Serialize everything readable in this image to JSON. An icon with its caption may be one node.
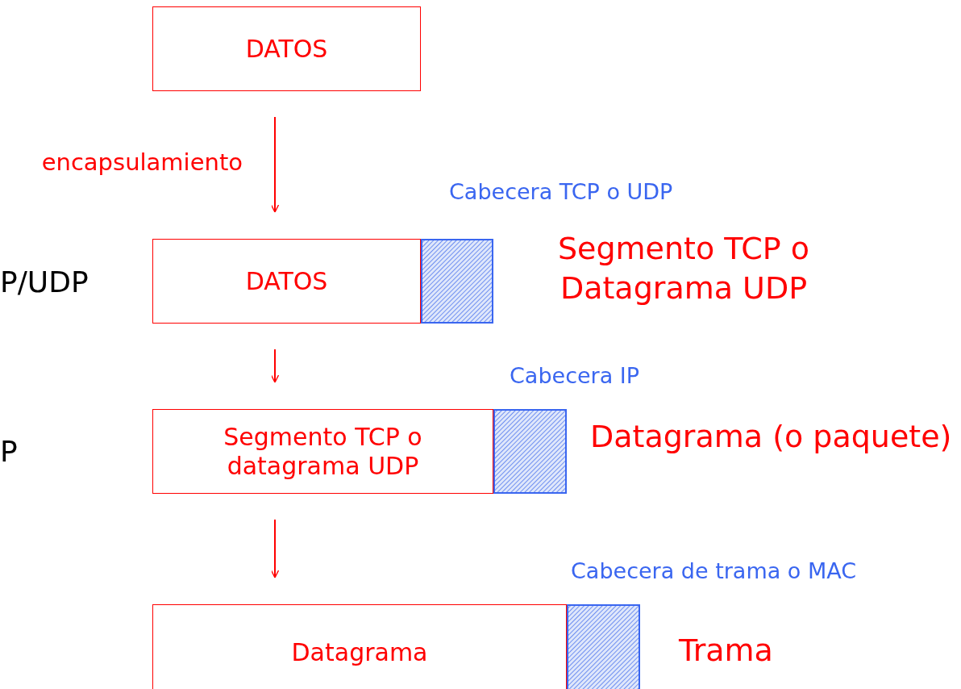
{
  "diagram": {
    "nodes": [
      {
        "text": [
          "DATOS"
        ]
      },
      {
        "text": [
          "DATOS"
        ]
      },
      {
        "text": [],
        "shape": "box",
        "beside": [
          "Cabecera TCP o UDP"
        ]
      },
      {
        "text": [
          "Segmento TCP o datagrama UDP"
        ]
      },
      {
        "text": [],
        "shape": "box",
        "beside": [
          "Cabecera IP"
        ]
      },
      {
        "text": [
          "Datagrama"
        ]
      },
      {
        "text": [],
        "shape": "box",
        "beside": [
          "Cabecera de trama o MAC"
        ]
      }
    ],
    "edges": [
      {
        "from": 0,
        "to": 1,
        "arrow": "to",
        "label": "encapsulamiento"
      },
      {
        "from": 1,
        "to": 3,
        "arrow": "to"
      },
      {
        "from": 3,
        "to": 5,
        "arrow": "to"
      }
    ],
    "labels": [
      "P/UDP",
      "Segmento TCP o Datagrama UDP",
      "P",
      "Datagrama (o paquete)",
      "Trama"
    ]
  }
}
